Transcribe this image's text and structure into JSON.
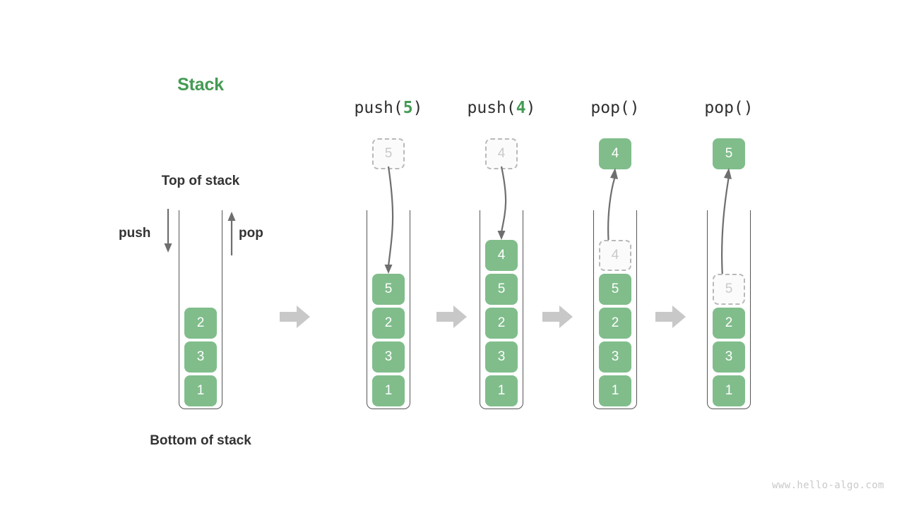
{
  "title": "Stack",
  "labels": {
    "top_of_stack": "Top of stack",
    "bottom_of_stack": "Bottom of stack",
    "push": "push",
    "pop": "pop"
  },
  "watermark": "www.hello-algo.com",
  "colors": {
    "accent_green": "#449b53",
    "cell_green": "#80bd8b",
    "ghost_border": "#b9b9b9",
    "ghost_text": "#c9c9c9",
    "arrow_gray": "#6e6e6e",
    "sep_arrow_gray": "#c8c8c8",
    "wall_gray": "#555555",
    "text_dark": "#333333"
  },
  "initial_stack": {
    "cells": [
      "1",
      "3",
      "2"
    ]
  },
  "steps": [
    {
      "header_prefix": "push(",
      "header_accent": "5",
      "header_suffix": ")",
      "header_full": "push(5)",
      "float_value": "5",
      "float_style": "ghost",
      "arrow_direction": "down",
      "cells": [
        "1",
        "3",
        "2",
        "5"
      ],
      "ghost_top": false
    },
    {
      "header_prefix": "push(",
      "header_accent": "4",
      "header_suffix": ")",
      "header_full": "push(4)",
      "float_value": "4",
      "float_style": "ghost",
      "arrow_direction": "down",
      "cells": [
        "1",
        "3",
        "2",
        "5",
        "4"
      ],
      "ghost_top": false
    },
    {
      "header_prefix": "pop(",
      "header_accent": "",
      "header_suffix": ")",
      "header_full": "pop()",
      "float_value": "4",
      "float_style": "solid",
      "arrow_direction": "up",
      "cells": [
        "1",
        "3",
        "2",
        "5",
        "4"
      ],
      "ghost_top": true
    },
    {
      "header_prefix": "pop(",
      "header_accent": "",
      "header_suffix": ")",
      "header_full": "pop()",
      "float_value": "5",
      "float_style": "solid",
      "arrow_direction": "up",
      "cells": [
        "1",
        "3",
        "2",
        "5"
      ],
      "ghost_top": true
    }
  ]
}
